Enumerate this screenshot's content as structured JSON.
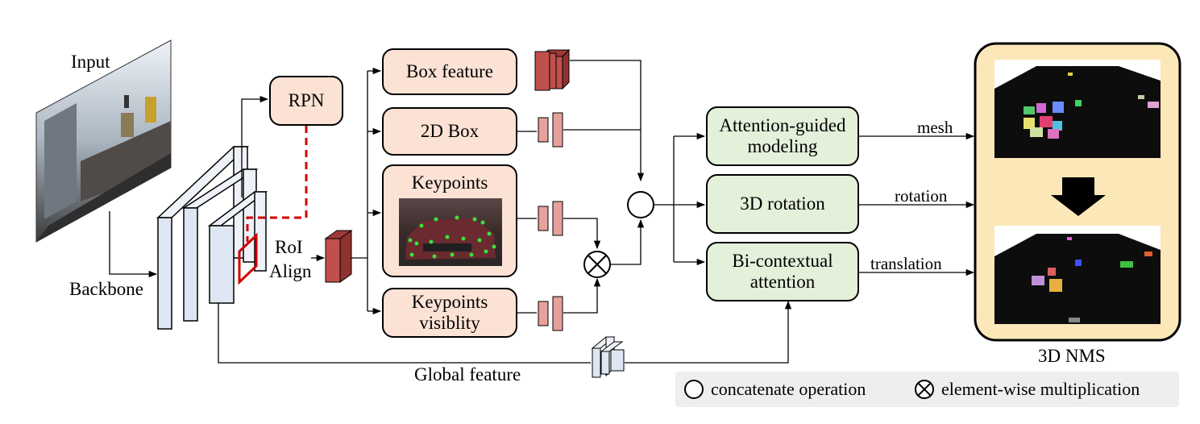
{
  "labels": {
    "input": "Input",
    "backbone": "Backbone",
    "rpn": "RPN",
    "roi_align_line1": "RoI",
    "roi_align_line2": "Align",
    "global_feature": "Global feature",
    "three_d_nms": "3D NMS"
  },
  "heads": {
    "box_feature": "Box feature",
    "box_2d": "2D Box",
    "keypoints": "Keypoints",
    "keypoints_visibility_line1": "Keypoints",
    "keypoints_visibility_line2": "visiblity"
  },
  "modules": {
    "attention_line1": "Attention-guided",
    "attention_line2": "modeling",
    "rotation": "3D rotation",
    "bicontext_line1": "Bi-contextual",
    "bicontext_line2": "attention"
  },
  "outputs": {
    "mesh": "mesh",
    "rotation": "rotation",
    "translation": "translation"
  },
  "legend": {
    "concat": "concatenate operation",
    "elementwise": "element-wise multiplication"
  },
  "colors": {
    "head_fill": "#fbe2d4",
    "module_fill": "#e3f0da",
    "backbone_fill": "#dde6f2",
    "feature_red": "#c0504d",
    "feature_pink": "#e6a19a",
    "nms_panel": "#fbe7b8",
    "roi_box": "#d00000"
  }
}
